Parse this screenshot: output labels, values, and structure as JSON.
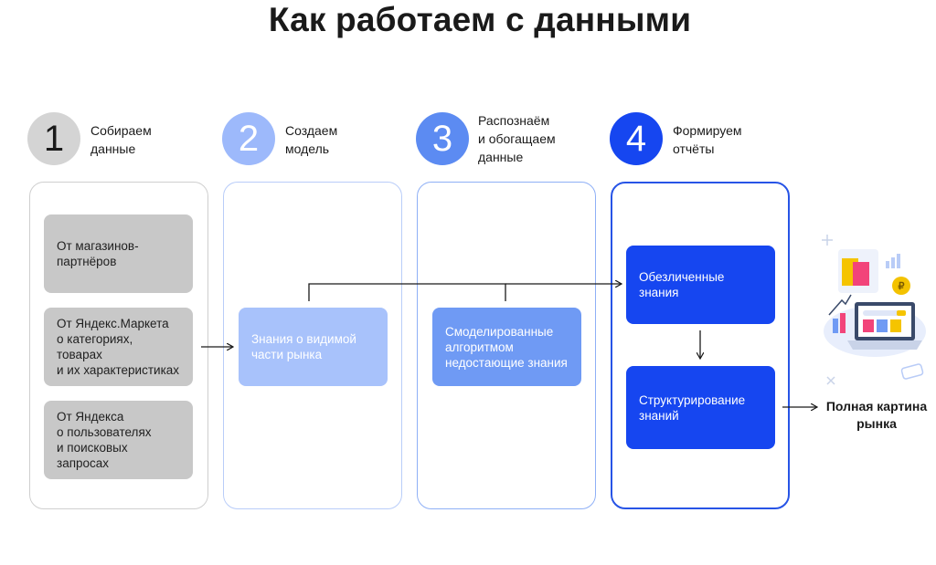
{
  "title": "Как работаем с данными",
  "steps": [
    {
      "number": "1",
      "label": "Собираем\nданные"
    },
    {
      "number": "2",
      "label": "Создаем\nмодель"
    },
    {
      "number": "3",
      "label": "Распознаём\nи обогащаем\nданные"
    },
    {
      "number": "4",
      "label": "Формируем\nотчёты"
    }
  ],
  "sources": [
    {
      "text": "От магазинов-\nпартнёров"
    },
    {
      "text": "От Яндекс.Маркета\nо категориях, товарах\nи их характеристиках"
    },
    {
      "text": "От Яндекса\nо пользователях\nи поисковых запросах"
    }
  ],
  "model_box": "Знания о видимой\nчасти рынка",
  "enrich_box": "Смоделированные\nалгоритмом\nнедостающие знания",
  "report_boxes": [
    {
      "text": "Обезличенные\nзнания"
    },
    {
      "text": "Структурирование\nзнаний"
    }
  ],
  "result": "Полная картина\nрынка",
  "colors": {
    "step1": "#d4d4d4",
    "step2": "#9db9fb",
    "step3": "#5c8bf2",
    "step4": "#1646f0",
    "gray_box": "#c8c8c8",
    "light_blue": "#a8c2fb",
    "mid_blue": "#6f9af4",
    "deep_blue": "#1646f0"
  }
}
